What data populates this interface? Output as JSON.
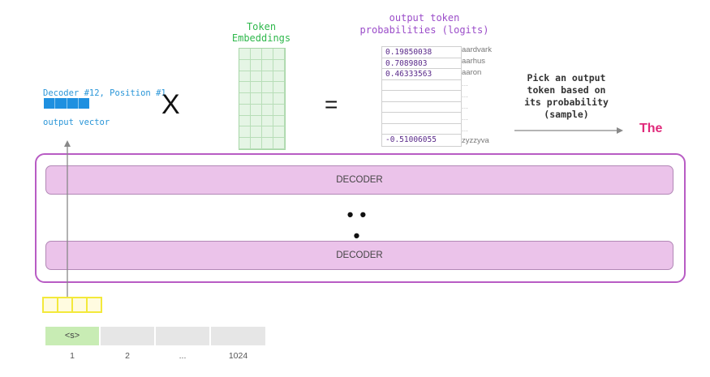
{
  "decoder_output": {
    "label_line1": "Decoder #12, Position #1",
    "label_line2": "output vector"
  },
  "operators": {
    "times": "X",
    "equals": "="
  },
  "embeddings": {
    "title_line1": "Token",
    "title_line2": "Embeddings"
  },
  "probabilities": {
    "title_line1": "output token",
    "title_line2": "probabilities (logits)",
    "rows": [
      {
        "value": "0.19850038",
        "token": "aardvark"
      },
      {
        "value": "0.7089803",
        "token": "aarhus"
      },
      {
        "value": "0.46333563",
        "token": "aaron"
      },
      {
        "value": "",
        "token": "..."
      },
      {
        "value": "",
        "token": "..."
      },
      {
        "value": "",
        "token": "..."
      },
      {
        "value": "",
        "token": "..."
      },
      {
        "value": "",
        "token": "..."
      },
      {
        "value": "-0.51006055",
        "token": "zyzzyva"
      }
    ]
  },
  "pick": {
    "line1": "Pick an output",
    "line2": "token based on",
    "line3": "its probability",
    "line4": "(sample)"
  },
  "output_word": "The",
  "decoder_stack": {
    "top_label": "DECODER",
    "ellipsis": "• • •",
    "bottom_label": "DECODER"
  },
  "positions": {
    "cells": [
      "<s>",
      "",
      "",
      ""
    ],
    "numbers": [
      "1",
      "2",
      "...",
      "1024"
    ]
  },
  "colors": {
    "decoder_fill": "#ebc3ea",
    "stack_border": "#b85cc4",
    "output_word": "#e0297a",
    "embeddings": "#2fb84c",
    "logits": "#9b4dc9",
    "decoder_vector": "#1e90e0",
    "input_vector": "#f3e93b",
    "start_token_cell": "#c8ecb4"
  }
}
